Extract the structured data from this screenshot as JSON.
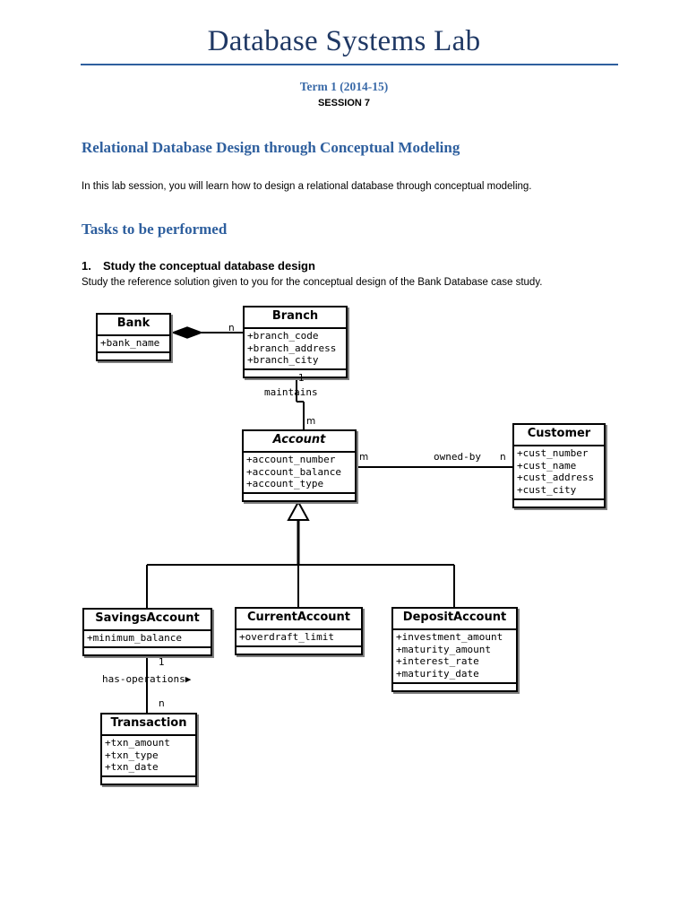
{
  "document": {
    "title": "Database Systems Lab",
    "term": "Term 1 (2014-15)",
    "session": "SESSION 7",
    "section_heading": "Relational Database Design through Conceptual Modeling",
    "intro": "In this lab session, you will learn how to design a relational database through conceptual modeling.",
    "tasks_heading": "Tasks to be performed",
    "task_number": "1.",
    "task_title": "Study the conceptual database design",
    "task_description": "Study the reference solution given to you for the conceptual design of the Bank Database case study.",
    "accent_color": "#2e5f9e",
    "title_color": "#1f3864",
    "term_color": "#3a6aa8"
  },
  "diagram": {
    "type": "uml-class-diagram",
    "classes": [
      {
        "id": "bank",
        "name": "Bank",
        "abstract": false,
        "attributes": [
          "+bank_name"
        ]
      },
      {
        "id": "branch",
        "name": "Branch",
        "abstract": false,
        "attributes": [
          "+branch_code",
          "+branch_address",
          "+branch_city"
        ]
      },
      {
        "id": "account",
        "name": "Account",
        "abstract": true,
        "attributes": [
          "+account_number",
          "+account_balance",
          "+account_type"
        ]
      },
      {
        "id": "customer",
        "name": "Customer",
        "abstract": false,
        "attributes": [
          "+cust_number",
          "+cust_name",
          "+cust_address",
          "+cust_city"
        ]
      },
      {
        "id": "savings",
        "name": "SavingsAccount",
        "abstract": false,
        "attributes": [
          "+minimum_balance"
        ]
      },
      {
        "id": "current",
        "name": "CurrentAccount",
        "abstract": false,
        "attributes": [
          "+overdraft_limit"
        ]
      },
      {
        "id": "deposit",
        "name": "DepositAccount",
        "abstract": false,
        "attributes": [
          "+investment_amount",
          "+maturity_amount",
          "+interest_rate",
          "+maturity_date"
        ]
      },
      {
        "id": "transaction",
        "name": "Transaction",
        "abstract": false,
        "attributes": [
          "+txn_amount",
          "+txn_type",
          "+txn_date"
        ]
      }
    ],
    "relationships": [
      {
        "id": "bank-branch",
        "kind": "composition",
        "from": "bank",
        "to": "branch",
        "label": "",
        "from_multiplicity": "",
        "to_multiplicity": "n"
      },
      {
        "id": "branch-account",
        "kind": "association",
        "from": "branch",
        "to": "account",
        "label": "maintains",
        "from_multiplicity": "1",
        "to_multiplicity": "m"
      },
      {
        "id": "account-customer",
        "kind": "association",
        "from": "account",
        "to": "customer",
        "label": "owned-by",
        "from_multiplicity": "m",
        "to_multiplicity": "n"
      },
      {
        "id": "account-generalization",
        "kind": "generalization",
        "from": "account",
        "to": [
          "savings",
          "current",
          "deposit"
        ],
        "label": "",
        "from_multiplicity": "",
        "to_multiplicity": ""
      },
      {
        "id": "savings-transaction",
        "kind": "association",
        "from": "savings",
        "to": "transaction",
        "label": "has-operations▶",
        "from_multiplicity": "1",
        "to_multiplicity": "n"
      }
    ]
  }
}
